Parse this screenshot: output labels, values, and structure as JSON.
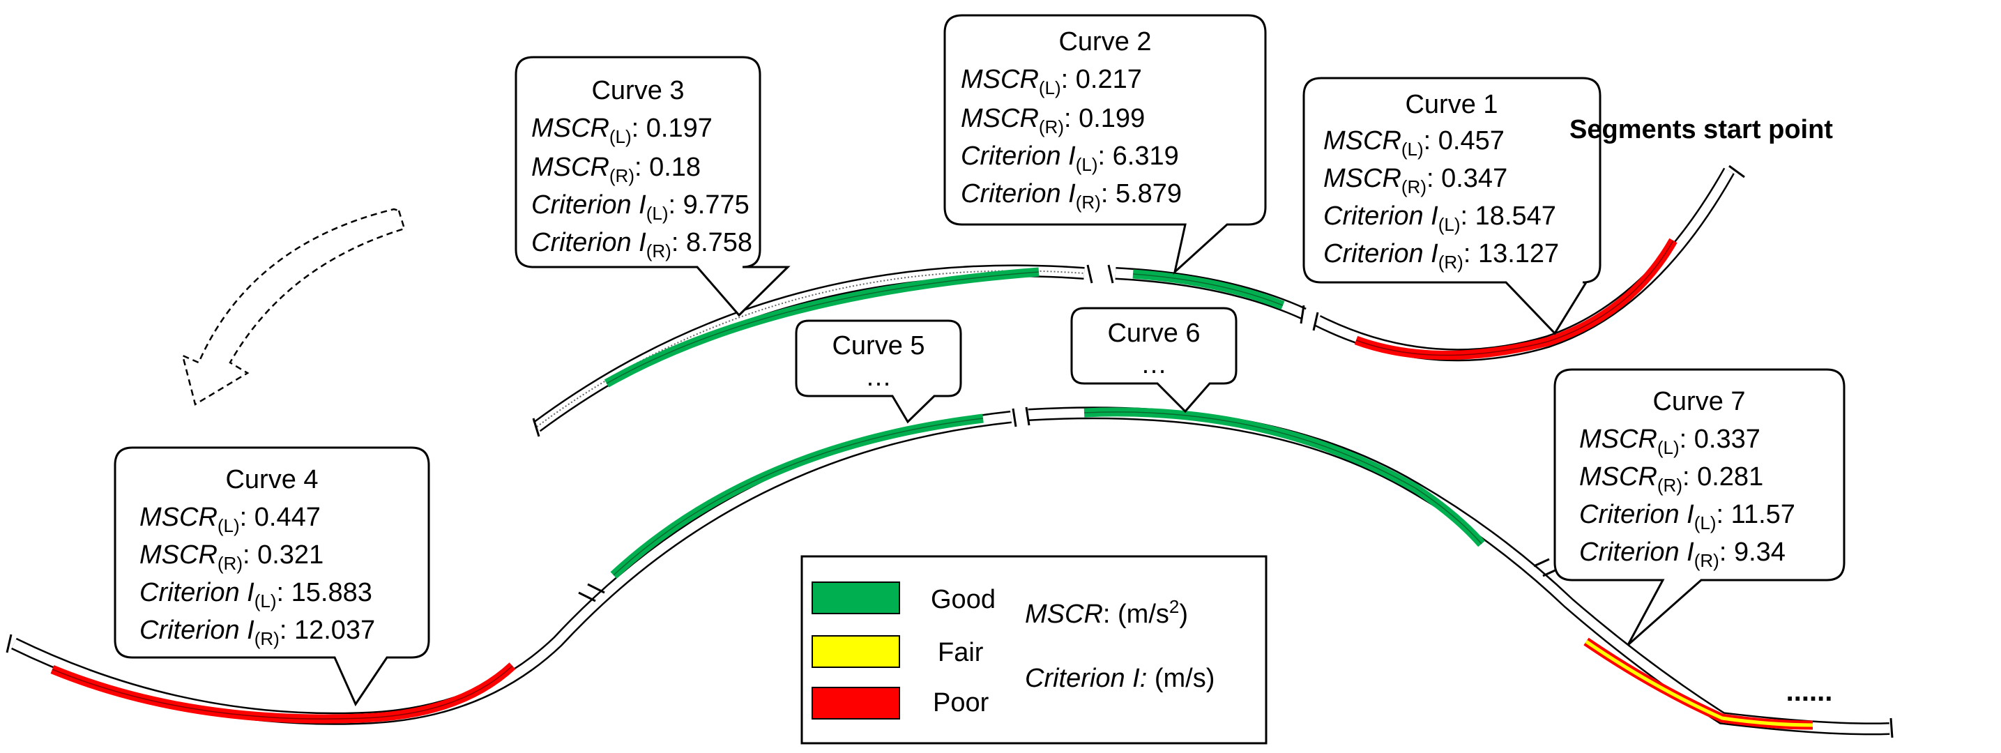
{
  "start_label": "Segments start point",
  "ellipsis": "......",
  "colors": {
    "good": "#00b050",
    "fair": "#ffff00",
    "poor": "#ff0000",
    "untreated": "#ffffff",
    "stroke": "#000000"
  },
  "text": {
    "mscr": "MSCR",
    "crit": "Criterion",
    "crit_i": "I",
    "sub_l": "(L)",
    "sub_r": "(R)",
    "colon": ": "
  },
  "curves": [
    {
      "id": 1,
      "title": "Curve 1",
      "mscr_l": "0.457",
      "mscr_r": "0.347",
      "crit_l": "18.547",
      "crit_r": "13.127",
      "rating": "Poor"
    },
    {
      "id": 2,
      "title": "Curve 2",
      "mscr_l": "0.217",
      "mscr_r": "0.199",
      "crit_l": "6.319",
      "crit_r": "5.879",
      "rating": "Good"
    },
    {
      "id": 3,
      "title": "Curve 3",
      "mscr_l": "0.197",
      "mscr_r": "0.18",
      "crit_l": "9.775",
      "crit_r": "8.758",
      "rating": "Good"
    },
    {
      "id": 4,
      "title": "Curve 4",
      "mscr_l": "0.447",
      "mscr_r": "0.321",
      "crit_l": "15.883",
      "crit_r": "12.037",
      "rating": "Poor"
    },
    {
      "id": 5,
      "title": "Curve 5",
      "dots": "…",
      "rating": "Good"
    },
    {
      "id": 6,
      "title": "Curve 6",
      "dots": "…",
      "rating": "Good"
    },
    {
      "id": 7,
      "title": "Curve 7",
      "mscr_l": "0.337",
      "mscr_r": "0.281",
      "crit_l": "11.57",
      "crit_r": "9.34",
      "rating": "Poor/Fair"
    }
  ],
  "legend": {
    "items": [
      {
        "label": "Good",
        "color": "#00b050"
      },
      {
        "label": "Fair",
        "color": "#ffff00"
      },
      {
        "label": "Poor",
        "color": "#ff0000"
      }
    ],
    "mscr_name": "MSCR",
    "mscr_unit_pre": ": (m/s",
    "mscr_unit_sup": "2",
    "mscr_unit_post": ")",
    "crit_name": "Criterion I:",
    "crit_unit": " (m/s)"
  }
}
